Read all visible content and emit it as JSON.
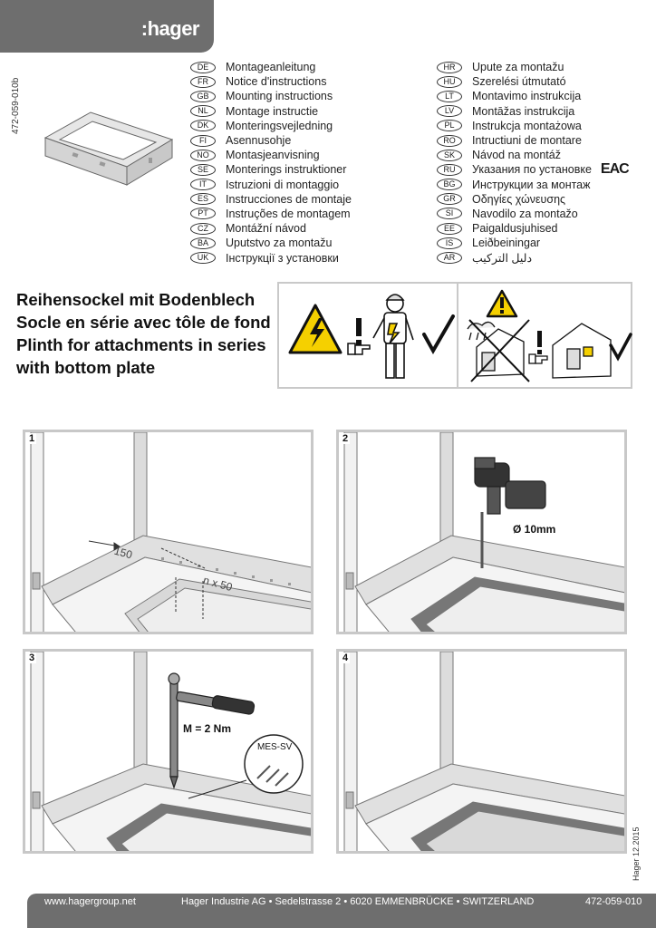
{
  "brand": {
    "logo": ":hager"
  },
  "doc_number_vertical": "472-059-010b",
  "date_vertical": "Hager 12.2015",
  "languages_left": [
    {
      "code": "DE",
      "label": "Montageanleitung"
    },
    {
      "code": "FR",
      "label": "Notice d'instructions"
    },
    {
      "code": "GB",
      "label": "Mounting instructions"
    },
    {
      "code": "NL",
      "label": "Montage instructie"
    },
    {
      "code": "DK",
      "label": "Monteringsvejledning"
    },
    {
      "code": "FI",
      "label": "Asennusohje"
    },
    {
      "code": "NO",
      "label": "Montasjeanvisning"
    },
    {
      "code": "SE",
      "label": "Monterings instruktioner"
    },
    {
      "code": "IT",
      "label": "Istruzioni di montaggio"
    },
    {
      "code": "ES",
      "label": "Instrucciones de montaje"
    },
    {
      "code": "PT",
      "label": "Instruções de montagem"
    },
    {
      "code": "CZ",
      "label": "Montážní návod"
    },
    {
      "code": "BA",
      "label": "Uputstvo za montažu"
    },
    {
      "code": "UK",
      "label": "Інструкції з установки"
    }
  ],
  "languages_right": [
    {
      "code": "HR",
      "label": "Upute za montažu"
    },
    {
      "code": "HU",
      "label": "Szerelési útmutató"
    },
    {
      "code": "LT",
      "label": "Montavimo instrukcija"
    },
    {
      "code": "LV",
      "label": "Montāžas instrukcija"
    },
    {
      "code": "PL",
      "label": "Instrukcja montażowa"
    },
    {
      "code": "RO",
      "label": "Intructiuni de montare"
    },
    {
      "code": "SK",
      "label": "Návod na montáž"
    },
    {
      "code": "RU",
      "label": "Указания по установке"
    },
    {
      "code": "BG",
      "label": "Инструкции за монтаж"
    },
    {
      "code": "GR",
      "label": "Οδηγίες χώνευσης"
    },
    {
      "code": "SI",
      "label": "Navodilo za montažo"
    },
    {
      "code": "EE",
      "label": "Paigaldusjuhised"
    },
    {
      "code": "IS",
      "label": "Leiðbeiningar"
    },
    {
      "code": "AR",
      "label": "دليل التركيب"
    }
  ],
  "eac_mark": "EAC",
  "title_lines": [
    "Reihensockel mit Bodenblech",
    "Socle en série avec tôle de fond",
    "Plinth for attachments in series",
    "with bottom plate"
  ],
  "steps": [
    {
      "number": "1",
      "dims": [
        "150",
        "n x 50"
      ]
    },
    {
      "number": "2",
      "drill_label": "Ø 10mm"
    },
    {
      "number": "3",
      "torque_label": "M = 2 Nm",
      "part_label": "MES-SV"
    },
    {
      "number": "4"
    }
  ],
  "footer": {
    "website": "www.hagergroup.net",
    "address": "Hager Industrie AG • Sedelstrasse 2 • 6020 EMMENBRÜCKE • SWITZERLAND",
    "doc_number": "472-059-010"
  },
  "colors": {
    "footer_bg": "#6e6e6e",
    "panel_border": "#c8c8c8",
    "warning_yellow": "#f5d000"
  }
}
